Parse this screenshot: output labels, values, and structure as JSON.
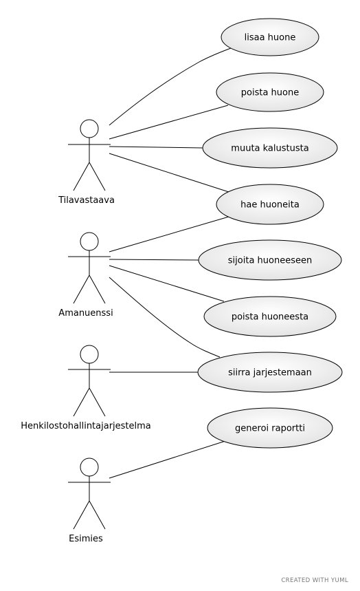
{
  "actors": [
    {
      "id": "tilavastaava",
      "label": "Tilavastaava"
    },
    {
      "id": "amanuenssi",
      "label": "Amanuenssi"
    },
    {
      "id": "henkilosto",
      "label": "Henkilostohallintajarjestelma"
    },
    {
      "id": "esimies",
      "label": "Esimies"
    }
  ],
  "use_cases": [
    {
      "id": "lisaa",
      "label": "lisaa huone"
    },
    {
      "id": "poista",
      "label": "poista huone"
    },
    {
      "id": "muuta",
      "label": "muuta kalustusta"
    },
    {
      "id": "hae",
      "label": "hae huoneita"
    },
    {
      "id": "sijoita",
      "label": "sijoita huoneeseen"
    },
    {
      "id": "poista_h",
      "label": "poista huoneesta"
    },
    {
      "id": "siirra",
      "label": "siirra jarjestemaan"
    },
    {
      "id": "generoi",
      "label": "generoi raportti"
    }
  ],
  "associations": [
    [
      "tilavastaava",
      "lisaa"
    ],
    [
      "tilavastaava",
      "poista"
    ],
    [
      "tilavastaava",
      "muuta"
    ],
    [
      "tilavastaava",
      "hae"
    ],
    [
      "amanuenssi",
      "hae"
    ],
    [
      "amanuenssi",
      "sijoita"
    ],
    [
      "amanuenssi",
      "poista_h"
    ],
    [
      "amanuenssi",
      "siirra"
    ],
    [
      "henkilosto",
      "siirra"
    ],
    [
      "esimies",
      "generoi"
    ]
  ],
  "footer": "CREATED WITH YUML"
}
